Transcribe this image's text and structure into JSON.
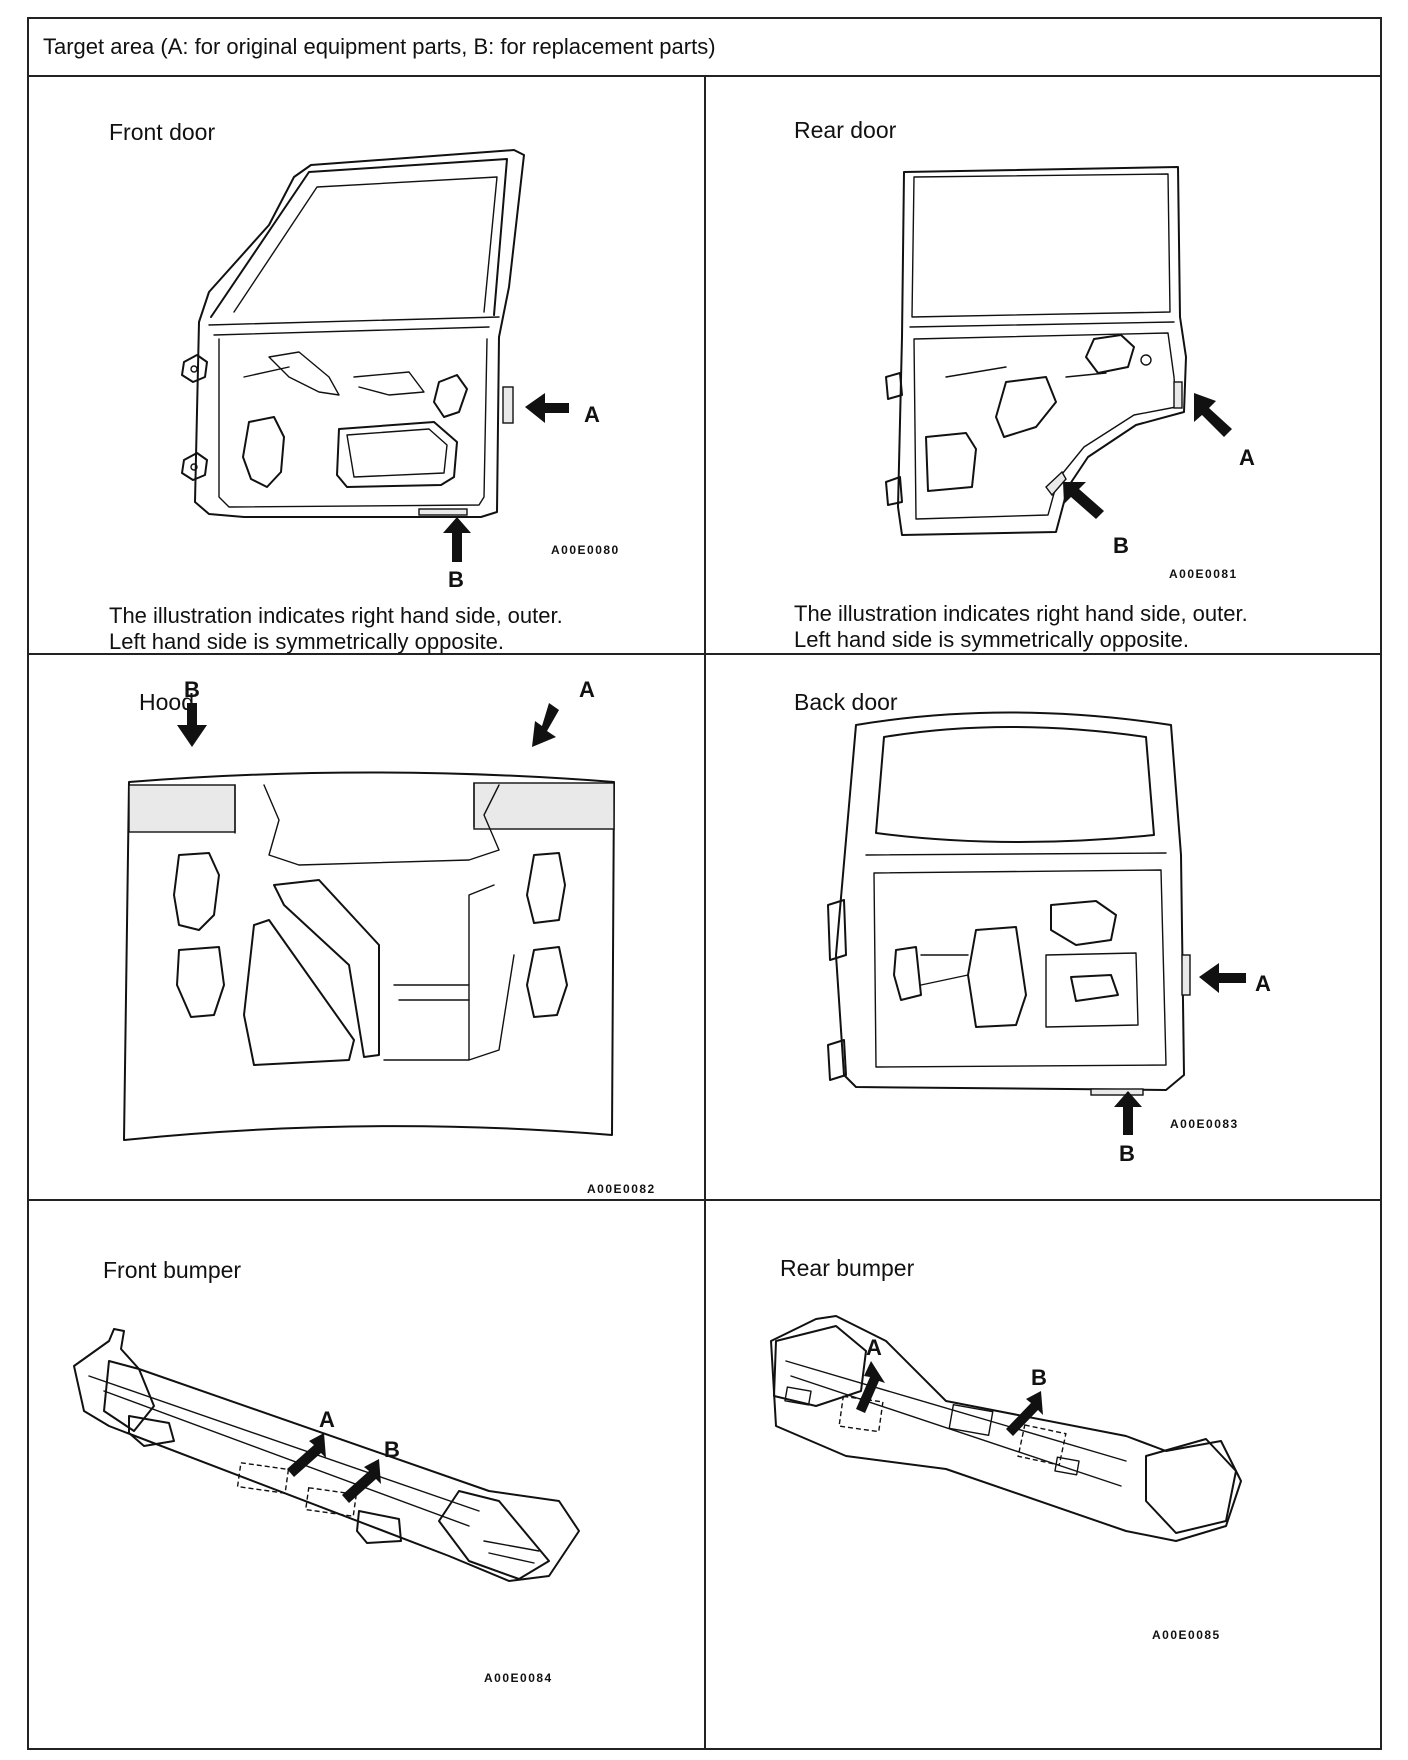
{
  "header": {
    "title": "Target area (A: for original equipment parts, B: for replacement parts)"
  },
  "panels": {
    "front_door": {
      "title": "Front door",
      "code": "A00E0080",
      "label_a": "A",
      "label_b": "B",
      "note_line1": "The illustration indicates right hand side, outer.",
      "note_line2": "Left hand side is symmetrically opposite."
    },
    "rear_door": {
      "title": "Rear door",
      "code": "A00E0081",
      "label_a": "A",
      "label_b": "B",
      "note_line1": "The illustration indicates right hand side, outer.",
      "note_line2": "Left hand side is symmetrically opposite."
    },
    "hood": {
      "title": "Hood",
      "code": "A00E0082",
      "label_a": "A",
      "label_b": "B"
    },
    "back_door": {
      "title": "Back door",
      "code": "A00E0083",
      "label_a": "A",
      "label_b": "B"
    },
    "front_bumper": {
      "title": "Front bumper",
      "code": "A00E0084",
      "label_a": "A",
      "label_b": "B"
    },
    "rear_bumper": {
      "title": "Rear bumper",
      "code": "A00E0085",
      "label_a": "A",
      "label_b": "B"
    }
  }
}
